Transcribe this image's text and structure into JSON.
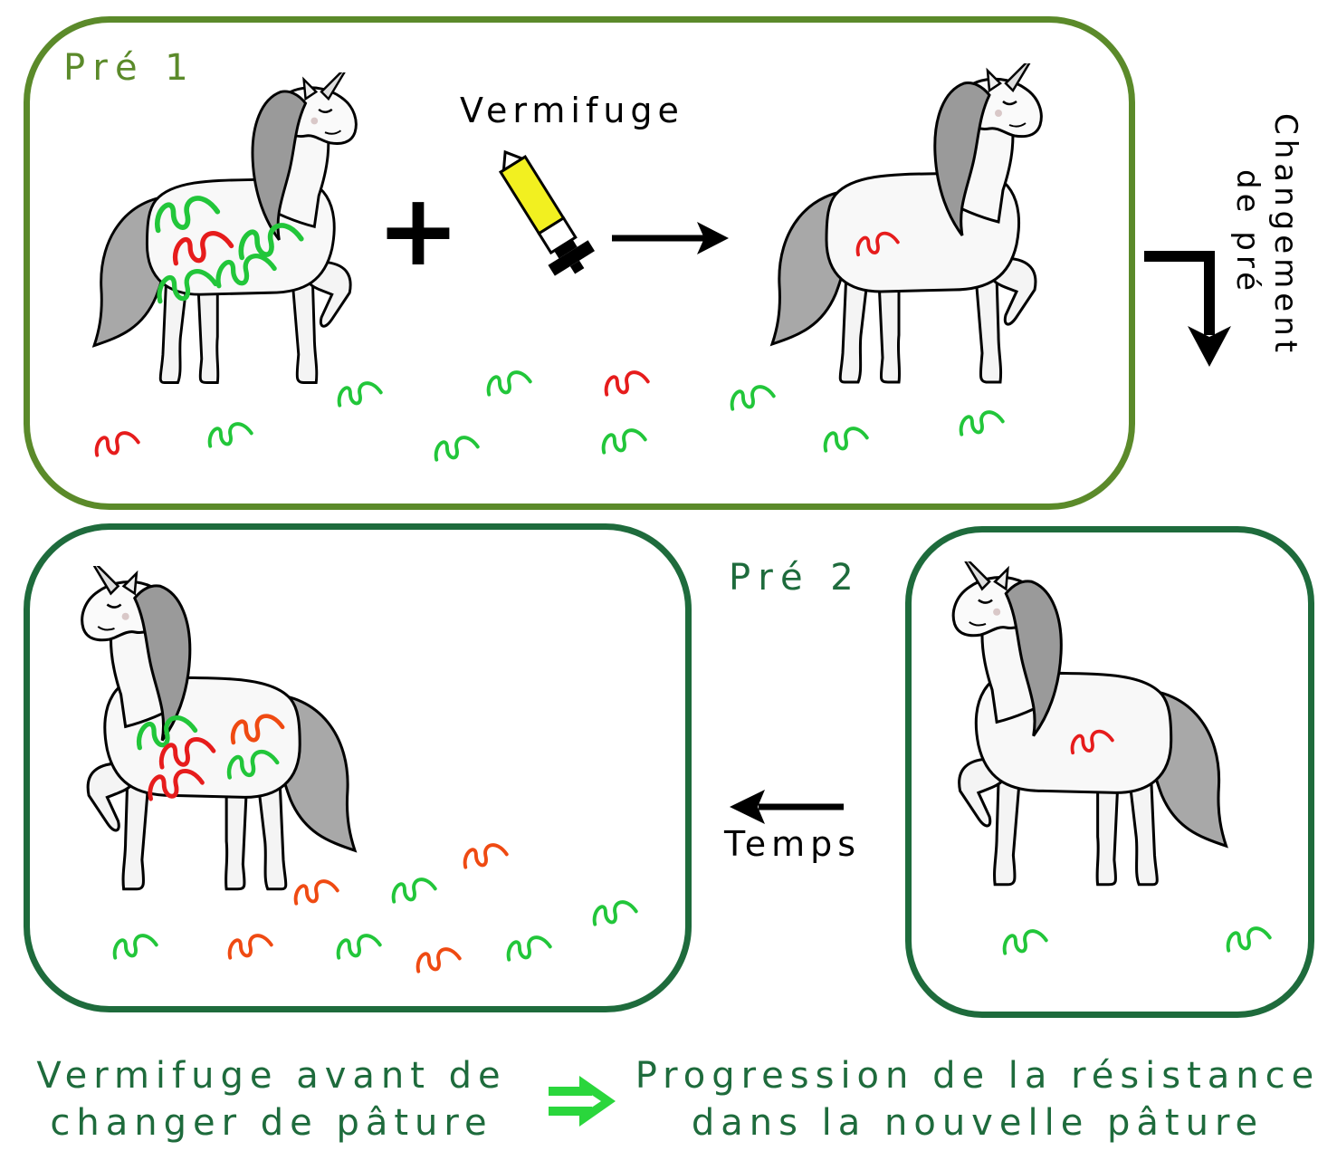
{
  "colors": {
    "pre1_border": "#5b8a2a",
    "pre2_border": "#1e6b3c",
    "worm_sensitive": "#22c63a",
    "worm_resistant": "#e61c1c",
    "worm_resistant_new": "#ef4a12",
    "implies_arrow": "#2ad63c",
    "syringe_fill": "#f2f020"
  },
  "labels": {
    "pre1": "Pré 1",
    "pre2": "Pré 2",
    "vermifuge": "Vermifuge",
    "changement_line1": "Changement",
    "changement_line2": "de pré",
    "temps": "Temps"
  },
  "operators": {
    "plus": "+"
  },
  "conclusion": {
    "left_line1": "Vermifuge avant de",
    "left_line2": "changer de pâture",
    "right_line1": "Progression de la résistance",
    "right_line2": "dans la nouvelle pâture"
  },
  "icons": {
    "animal": "unicorn-icon",
    "drug": "syringe-icon",
    "worm": "worm-icon",
    "implies": "double-arrow-icon"
  }
}
